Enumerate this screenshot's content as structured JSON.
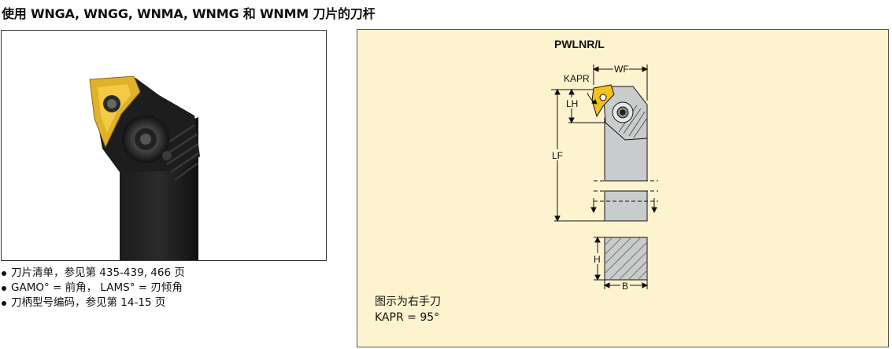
{
  "page_title": "使用 WNGA, WNGG, WNMA, WNMG 和 WNMM 刀片的刀杆",
  "notes": [
    "刀片清单，参见第 435-439, 466 页",
    "GAMO° = 前角，  LAMS° = 刃倾角",
    "刀柄型号编码，参见第 14-15 页"
  ],
  "drawing": {
    "model": "PWLNR/L",
    "dim_labels": {
      "wf": "WF",
      "kapr": "KAPR",
      "lh": "LH",
      "lf": "LF",
      "h": "H",
      "b": "B"
    },
    "caption_line1": "图示为右手刀",
    "caption_line2": "KAPR = 95°"
  },
  "colors": {
    "panel_bg": "#fdf3cf",
    "insert_yellow": "#f2c21b",
    "shank_gray": "#c9cccc"
  }
}
